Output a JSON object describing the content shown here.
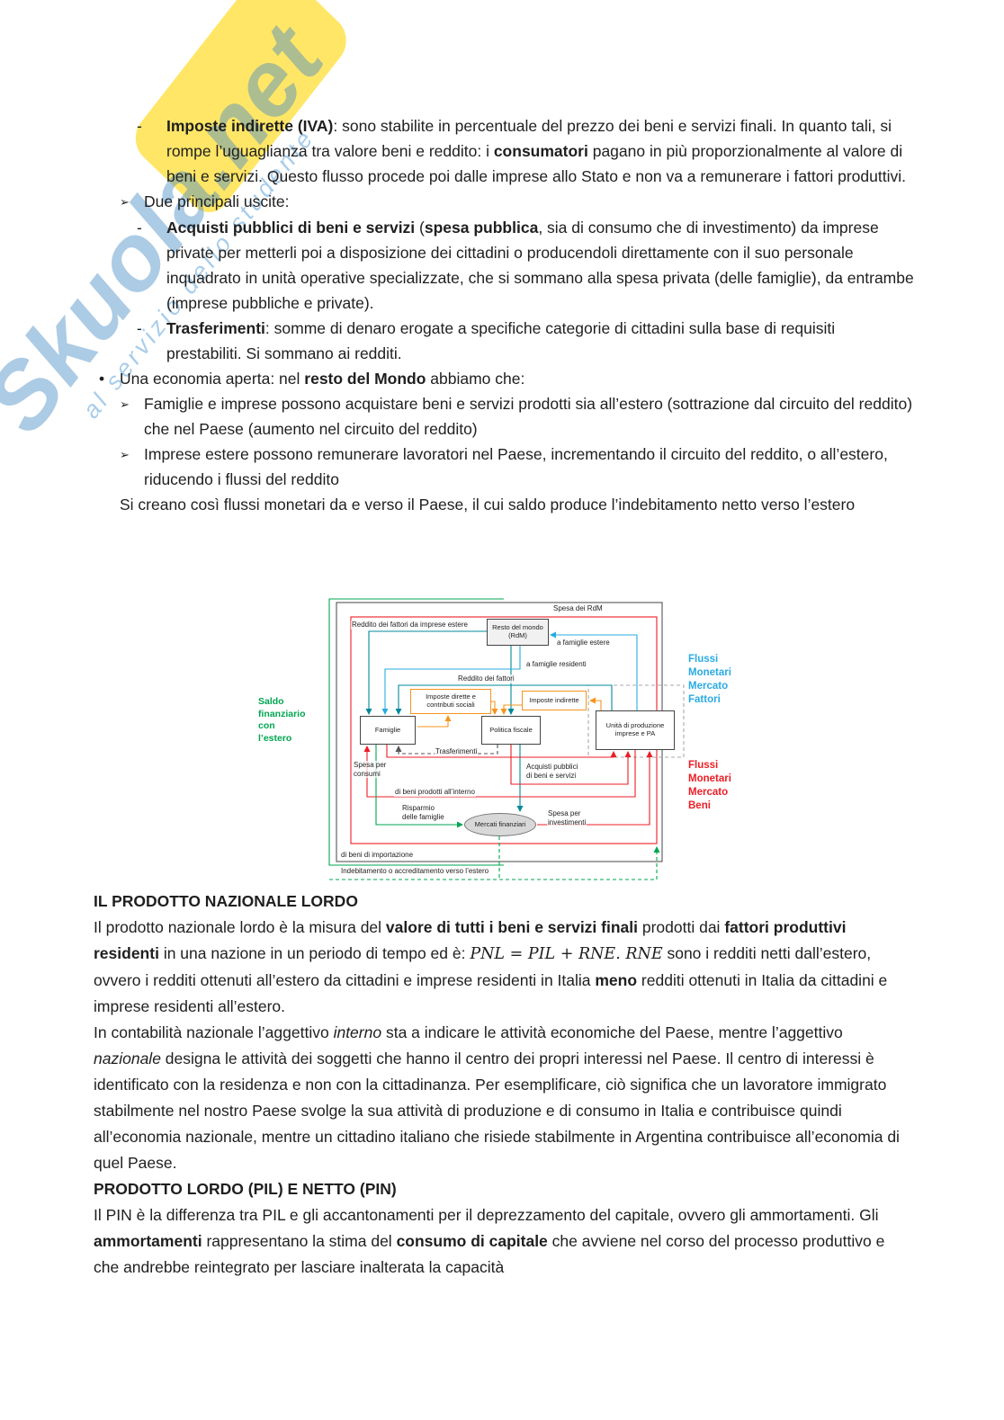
{
  "watermark": {
    "brand": "Skuola.net",
    "tagline": "al servizio dello studente"
  },
  "list": [
    {
      "marker": "-",
      "segments": [
        {
          "t": "Imposte indirette (IVA)",
          "b": true
        },
        {
          "t": ": sono stabilite in percentuale del prezzo dei beni e servizi finali. In quanto tali, si rompe l’uguaglianza tra valore beni e reddito: i "
        },
        {
          "t": "consumatori",
          "b": true
        },
        {
          "t": " pagano in più proporzionalmente al valore di beni e servizi. Questo flusso procede poi dalle imprese allo Stato e non va a remunerare i fattori produttivi."
        }
      ]
    },
    {
      "marker": "➢",
      "segments": [
        {
          "t": "Due principali uscite:"
        }
      ]
    },
    {
      "marker": "-",
      "segments": [
        {
          "t": "Acquisti pubblici di beni e servizi",
          "b": true
        },
        {
          "t": " ("
        },
        {
          "t": "spesa pubblica",
          "b": true
        },
        {
          "t": ", sia di consumo che di investimento) da imprese private per metterli poi a disposizione dei cittadini o producendoli direttamente con il suo personale inquadrato in unità operative specializzate, che si sommano alla spesa privata (delle famiglie), da entrambe (imprese pubbliche e private)."
        }
      ]
    },
    {
      "marker": "-",
      "segments": [
        {
          "t": "Trasferimenti",
          "b": true
        },
        {
          "t": ": somme di denaro erogate a specifiche categorie di cittadini sulla base di requisiti prestabiliti. Si sommano ai redditi."
        }
      ]
    },
    {
      "marker": "•",
      "segments": [
        {
          "t": "Una economia aperta: nel "
        },
        {
          "t": "resto del Mondo",
          "b": true
        },
        {
          "t": " abbiamo che:"
        }
      ]
    },
    {
      "marker": "➢",
      "segments": [
        {
          "t": "Famiglie e imprese possono acquistare beni e servizi prodotti sia all’estero (sottrazione dal circuito del reddito) che nel Paese (aumento nel circuito del reddito)"
        }
      ]
    },
    {
      "marker": "➢",
      "segments": [
        {
          "t": "Imprese estere possono remunerare lavoratori nel Paese, incrementando il circuito del reddito, o all’estero, riducendo i flussi del reddito"
        }
      ]
    },
    {
      "marker": "",
      "segments": [
        {
          "t": "Si creano così flussi monetari da e verso il Paese, il cui saldo produce l’indebitamento netto verso l’estero"
        }
      ]
    }
  ],
  "diagram": {
    "colors": {
      "green": "#00a651",
      "red": "#ed1c24",
      "blue": "#29abe2",
      "teal": "#00889b",
      "orange": "#f7941d",
      "dark": "#555555",
      "gray": "#aaaaaa"
    },
    "boxes": {
      "resto_mondo": "Resto del mondo\n(RdM)",
      "famiglie": "Famiglie",
      "politica_fiscale": "Politica fiscale",
      "unita_produzione": "Unità di produzione\nimprese e PA",
      "imposte_dirette": "Imposte dirette e\ncontributi sociali",
      "imposte_indirette": "Imposte indirette",
      "mercati_finanziari": "Mercati finanziari"
    },
    "labels": {
      "spesa_rdm": "Spesa dei RdM",
      "reddito_fattori_estere": "Reddito dei fattori da imprese estere",
      "a_famiglie_estere": "a famiglie estere",
      "a_famiglie_residenti": "a famiglie residenti",
      "reddito_fattori": "Reddito dei fattori",
      "trasferimenti": "Trasferimenti",
      "spesa_consumi": "Spesa per\nconsumi",
      "acquisti_pubblici": "Acquisti pubblici\ndi beni e servizi",
      "beni_interno": "di beni prodotti all’interno",
      "risparmio": "Risparmio\ndelle famiglie",
      "spesa_investimenti": "Spesa per\ninvestimenti",
      "beni_importazione": "di beni di importazione",
      "indebitamento": "Indebitamento o accreditamento verso l’estero",
      "saldo_finanziario": "Saldo\nfinanziario\ncon\nl’estero",
      "flussi_fattori": "Flussi\nMonetari\nMercato\nFattori",
      "flussi_beni": "Flussi\nMonetari\nMercato\nBeni"
    }
  },
  "body": {
    "h1": "IL PRODOTTO NAZIONALE LORDO",
    "p1": [
      {
        "t": "Il prodotto nazionale lordo è la misura del "
      },
      {
        "t": "valore di tutti i beni e servizi finali",
        "b": true
      },
      {
        "t": " prodotti dai "
      },
      {
        "t": "fattori produttivi residenti",
        "b": true
      },
      {
        "t": " in una nazione in un periodo di tempo ed è: "
      },
      {
        "t": "PNL = PIL + RNE. RNE",
        "m": true
      },
      {
        "t": " sono i redditi netti dall’estero, ovvero i redditi ottenuti all’estero da cittadini e imprese residenti in Italia "
      },
      {
        "t": "meno",
        "b": true
      },
      {
        "t": " redditi ottenuti in Italia da cittadini e imprese residenti all’estero."
      }
    ],
    "p2": [
      {
        "t": "In contabilità nazionale l’aggettivo "
      },
      {
        "t": "interno",
        "i": true
      },
      {
        "t": " sta a indicare le attività economiche del Paese, mentre l’aggettivo "
      },
      {
        "t": "nazionale",
        "i": true
      },
      {
        "t": " designa le attività dei soggetti che hanno il centro dei propri interessi nel Paese. Il centro di interessi è identificato con la residenza e non con la cittadinanza. Per esemplificare, ciò significa che un lavoratore immigrato stabilmente nel nostro Paese svolge la sua attività di produzione e di consumo in Italia e contribuisce quindi all’economia nazionale, mentre un cittadino italiano che risiede stabilmente in Argentina contribuisce all’economia di quel Paese."
      }
    ],
    "h2": "PRODOTTO LORDO (PIL) E NETTO (PIN)",
    "p3": [
      {
        "t": "Il PIN è la differenza tra PIL e gli accantonamenti per il deprezzamento del capitale, ovvero gli ammortamenti. Gli "
      },
      {
        "t": "ammortamenti",
        "b": true
      },
      {
        "t": " rappresentano la stima del "
      },
      {
        "t": "consumo di capitale",
        "b": true
      },
      {
        "t": " che avviene nel corso del processo produttivo e che andrebbe reintegrato per lasciare inalterata la capacità"
      }
    ]
  }
}
